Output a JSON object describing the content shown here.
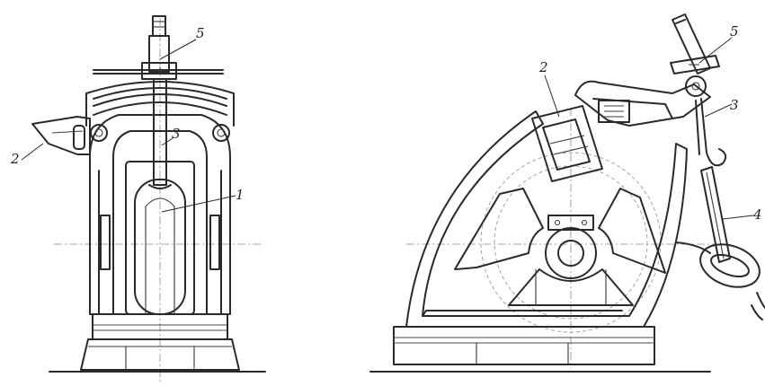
{
  "front_view": {
    "callouts": [
      "1",
      "2",
      "3",
      "5"
    ]
  },
  "side_view": {
    "callouts": [
      "2",
      "3",
      "4",
      "5"
    ]
  }
}
